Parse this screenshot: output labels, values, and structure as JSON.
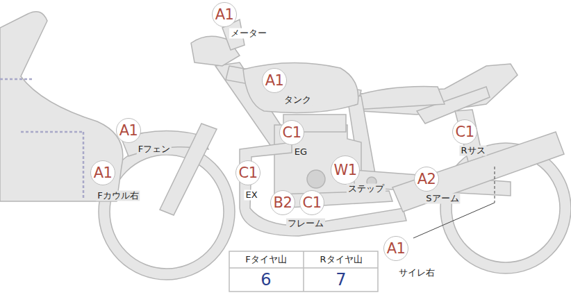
{
  "diagram": {
    "nodes": [
      {
        "text": [
          "A1"
        ]
      },
      {
        "text": [
          "A1"
        ]
      },
      {
        "text": [
          "C1"
        ]
      },
      {
        "text": [
          "A1"
        ]
      },
      {
        "text": [
          "C1"
        ]
      },
      {
        "text": [
          "A1"
        ]
      },
      {
        "text": [
          "C1"
        ]
      },
      {
        "text": [
          "W1"
        ]
      },
      {
        "text": [
          "A2"
        ]
      },
      {
        "text": [
          "B2"
        ]
      },
      {
        "text": [
          "C1"
        ]
      },
      {
        "text": [
          "A1"
        ]
      }
    ],
    "labels": [
      "メーター",
      "タンク",
      "EG",
      "Fフェン",
      "Rサス",
      "Fカウル右",
      "EX",
      "ステップ",
      "Sアーム",
      "フレーム",
      "サイレ右",
      "Fタイヤ山",
      "Rタイヤ山",
      "6",
      "7"
    ]
  }
}
